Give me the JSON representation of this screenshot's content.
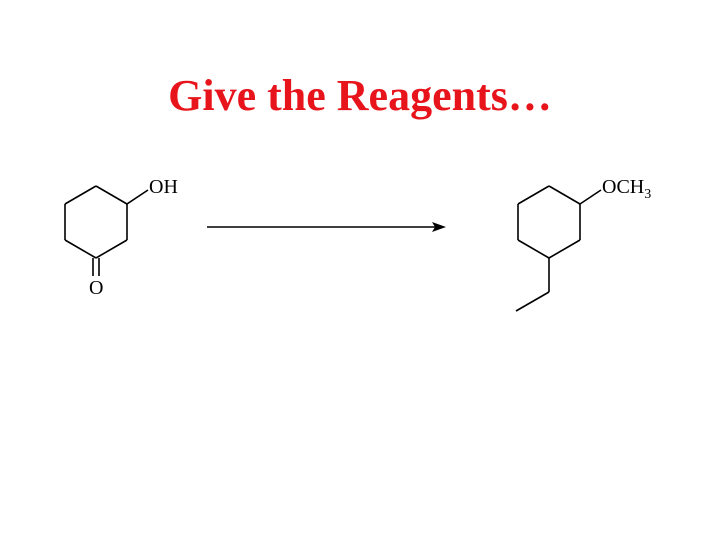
{
  "title": "Give the Reagents…",
  "colors": {
    "title": "#e8141b",
    "bonds": "#000000",
    "background": "#ffffff"
  },
  "reactant": {
    "substituent_top": "OH",
    "substituent_bottom": "O"
  },
  "product": {
    "substituent_top_main": "OCH",
    "substituent_top_sub": "3"
  },
  "arrow": {
    "direction": "right"
  }
}
